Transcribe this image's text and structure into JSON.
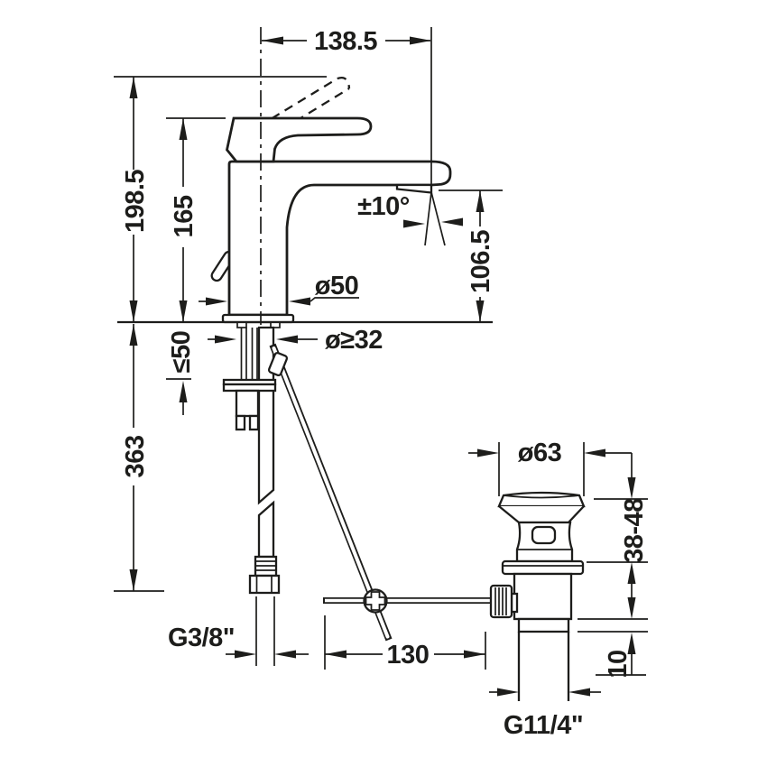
{
  "drawing": {
    "type": "technical-dimension-drawing",
    "subject": "single-lever basin mixer with pop-up waste",
    "ink_color": "#1d1d1b",
    "background_color": "#ffffff"
  },
  "dimensions": {
    "spout_reach": "138.5",
    "total_height": "198.5",
    "height_to_handle": "165",
    "spray_angle": "±10°",
    "spout_outlet_height": "106.5",
    "base_diameter": "ø50",
    "mounting_hole_diameter": "ø≥32",
    "max_deck_thickness": "≤50",
    "hose_length": "363",
    "supply_connection_thread": "G3/8\"",
    "rod_reach": "130",
    "waste_flange_diameter": "ø63",
    "basin_clamping_range": "38-48",
    "washer_section_height": "10",
    "waste_outlet_thread": "G11/4\""
  }
}
